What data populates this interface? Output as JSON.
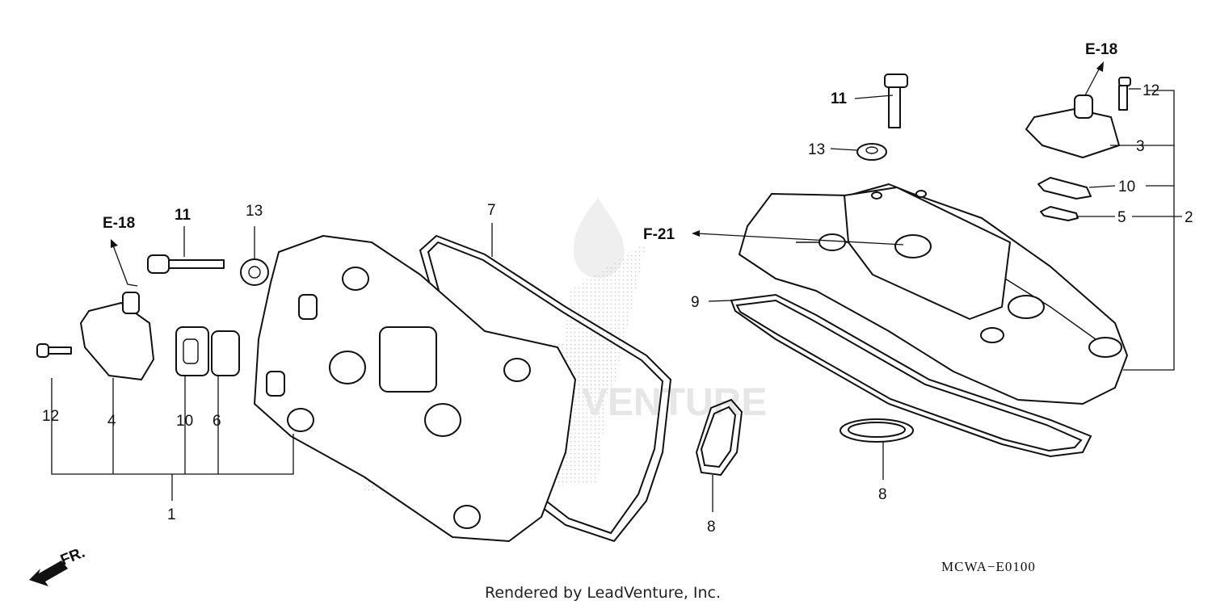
{
  "diagram": {
    "code": "MCWA−E0100",
    "footer": "Rendered by LeadVenture, Inc.",
    "watermark": "VENTURE",
    "fr_label": "FR.",
    "refs": {
      "e18_left": "E-18",
      "e18_right": "E-18",
      "f21": "F-21"
    },
    "callouts": {
      "p1": "1",
      "p2": "2",
      "p3": "3",
      "p4": "4",
      "p5": "5",
      "p6": "6",
      "p7": "7",
      "p8a": "8",
      "p8b": "8",
      "p9": "9",
      "p10a": "10",
      "p10b": "10",
      "p11a": "11",
      "p11b": "11",
      "p12a": "12",
      "p12b": "12",
      "p13a": "13",
      "p13b": "13"
    }
  }
}
